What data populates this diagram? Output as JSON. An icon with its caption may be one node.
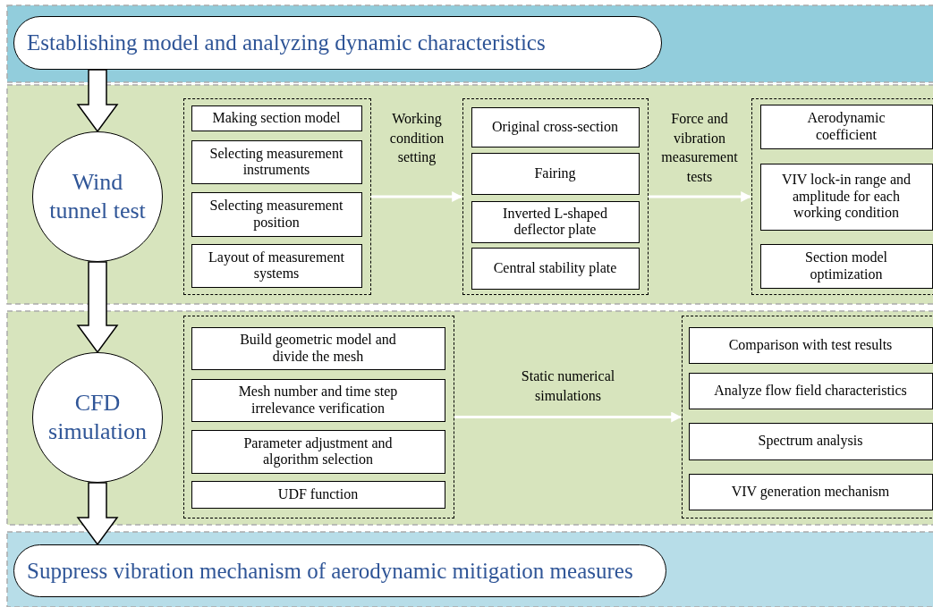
{
  "diagram": {
    "nodes": [
      {
        "text": [
          "Establishing model and analyzing dynamic characteristics"
        ]
      },
      {
        "text": [
          "Wind tunnel test"
        ]
      },
      {
        "text": [],
        "shape": "box"
      },
      {
        "text": [
          "Making section model"
        ],
        "in": 2
      },
      {
        "text": [
          "Selecting measurement instruments"
        ],
        "in": 2
      },
      {
        "text": [
          "Selecting measurement position"
        ],
        "in": 2
      },
      {
        "text": [
          "Layout of measurement systems"
        ],
        "in": 2
      },
      {
        "text": [],
        "shape": "box"
      },
      {
        "text": [
          "Original cross-section"
        ],
        "in": 7
      },
      {
        "text": [
          "Fairing"
        ],
        "in": 7
      },
      {
        "text": [
          "Inverted L-shaped deflector plate"
        ],
        "in": 7
      },
      {
        "text": [
          "Central stability plate"
        ],
        "in": 7
      },
      {
        "text": [],
        "shape": "box"
      },
      {
        "text": [
          "Aerodynamic coefficient"
        ],
        "in": 12
      },
      {
        "text": [
          "VIV lock-in range and amplitude for each working condition"
        ],
        "in": 12
      },
      {
        "text": [
          "Section model optimization"
        ],
        "in": 12
      },
      {
        "text": [
          "CFD simulation"
        ]
      },
      {
        "text": [],
        "shape": "box"
      },
      {
        "text": [
          "Build geometric model and divide the mesh"
        ],
        "in": 17
      },
      {
        "text": [
          "Mesh number and time step irrelevance verification"
        ],
        "in": 17
      },
      {
        "text": [
          "Parameter adjustment and algorithm selection"
        ],
        "in": 17
      },
      {
        "text": [
          "UDF function"
        ],
        "in": 17
      },
      {
        "text": [],
        "shape": "box"
      },
      {
        "text": [
          "Comparison with test results"
        ],
        "in": 22
      },
      {
        "text": [
          "Analyze flow field characteristics"
        ],
        "in": 22
      },
      {
        "text": [
          "Spectrum analysis"
        ],
        "in": 22
      },
      {
        "text": [
          "VIV generation mechanism"
        ],
        "in": 22
      },
      {
        "text": [
          "Suppress vibration mechanism of aerodynamic mitigation measures"
        ]
      }
    ],
    "edges": [
      {
        "from": 0,
        "to": 1,
        "arrow": "to",
        "style": "thick"
      },
      {
        "from": 2,
        "to": 7,
        "arrow": "to",
        "label": "Working condition setting",
        "color": "#ffffff"
      },
      {
        "from": 7,
        "to": 12,
        "arrow": "to",
        "label": "Force and vibration measurement tests",
        "color": "#ffffff"
      },
      {
        "from": 1,
        "to": 16,
        "arrow": "to",
        "style": "thick"
      },
      {
        "from": 17,
        "to": 22,
        "arrow": "to",
        "label": "Static numerical simulations",
        "color": "#ffffff"
      },
      {
        "from": 16,
        "to": 27,
        "arrow": "to",
        "style": "thick"
      }
    ]
  }
}
